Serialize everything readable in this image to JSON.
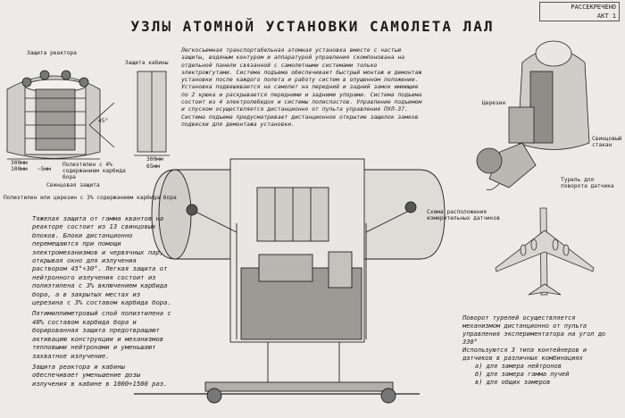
{
  "header": {
    "title": "УЗЛЫ АТОМНОЙ УСТАНОВКИ САМОЛЕТА ЛАЛ",
    "stamp_line1": "РАССЕКРЕЧЕНО",
    "stamp_line2": "АКТ 1"
  },
  "description": "Легкосъемная транспортабельная атомная установка вместе с частью защиты, водяным контуром и аппаратурой управления скомпонована на отдельной панели связанной с самолетными системами только электрожгутами. Система подъема обеспечивает быстрый монтаж и демонтаж установки после каждого полета и работу систем в опущенном положении. Установка подвешивается на самолет на передний и задний замок имеющие по 2 крюка и раскрывается передними и задними упорами. Система подъема состоит из 4 электролебедок и системы полиспастов. Управление подъемом и спуском осуществляется дистанционно от пульта управления ПУЛ-37. Система подъема предусматривает дистанционное открытие защелок замков подвески для демонтажа установки.",
  "left_labels": {
    "reactor_shield": "Защита реактора",
    "cabin_shield": "Защита кабины",
    "poly_c4": "Полиэтилен с 4% содержанием карбида бора",
    "lead_shield": "Свинцовая защита",
    "polyethylene_ceresin": "Полиэтилен или церезин с 3% содержанием карбида бора",
    "dim_300": "300мм",
    "dim_100": "100мм",
    "dim_5": "~5мм",
    "dim_300b": "300мм",
    "dim_65": "65мм",
    "angle": "45°"
  },
  "left_text": [
    "Тяжелая защита от гамма квантов на реакторе состоит из 13 свинцовых блоков. Блоки дистанционно перемещаются при помощи электромеханизмов и червячных пар, открывая окно для излучения раствором 45°÷30°. Легкая защита от нейтронного излучения состоит из полиэтилена с 3% включением карбида бора, а в закрытых местах из церезина с 3% составом карбида бора.",
    "Пятимиллиметровый слой полиэтилена с 40% составом карбида бора и борированная защита предотвращают активацию конструкции и механизмов тепловыми нейтронами и уменьшают захватное излучение.",
    "Защита реактора и кабины обеспечивает уменьшение дозы излучения в кабине в 1000÷1500 раз."
  ],
  "right_labels": {
    "ceresin": "Церезин",
    "lead_glass": "Свинцовый стакан",
    "turret": "Турель для поворота датчика",
    "sensor_scheme": "Схема расположения измерительных датчиков"
  },
  "right_text": {
    "intro": "Поворот турелей осуществляется механизмом дистанционно от пульта управления экспериментатора на угол до 330°",
    "used": "Используются 3 типа контейнеров и датчиков в различных комбинациях",
    "items": [
      "а) для замера нейтронов",
      "б) для замера гамма лучей",
      "в) для общих замеров"
    ]
  },
  "colors": {
    "paper": "#ecebe7",
    "ink": "#1b1b1b",
    "shade": "#bdbbb6"
  }
}
